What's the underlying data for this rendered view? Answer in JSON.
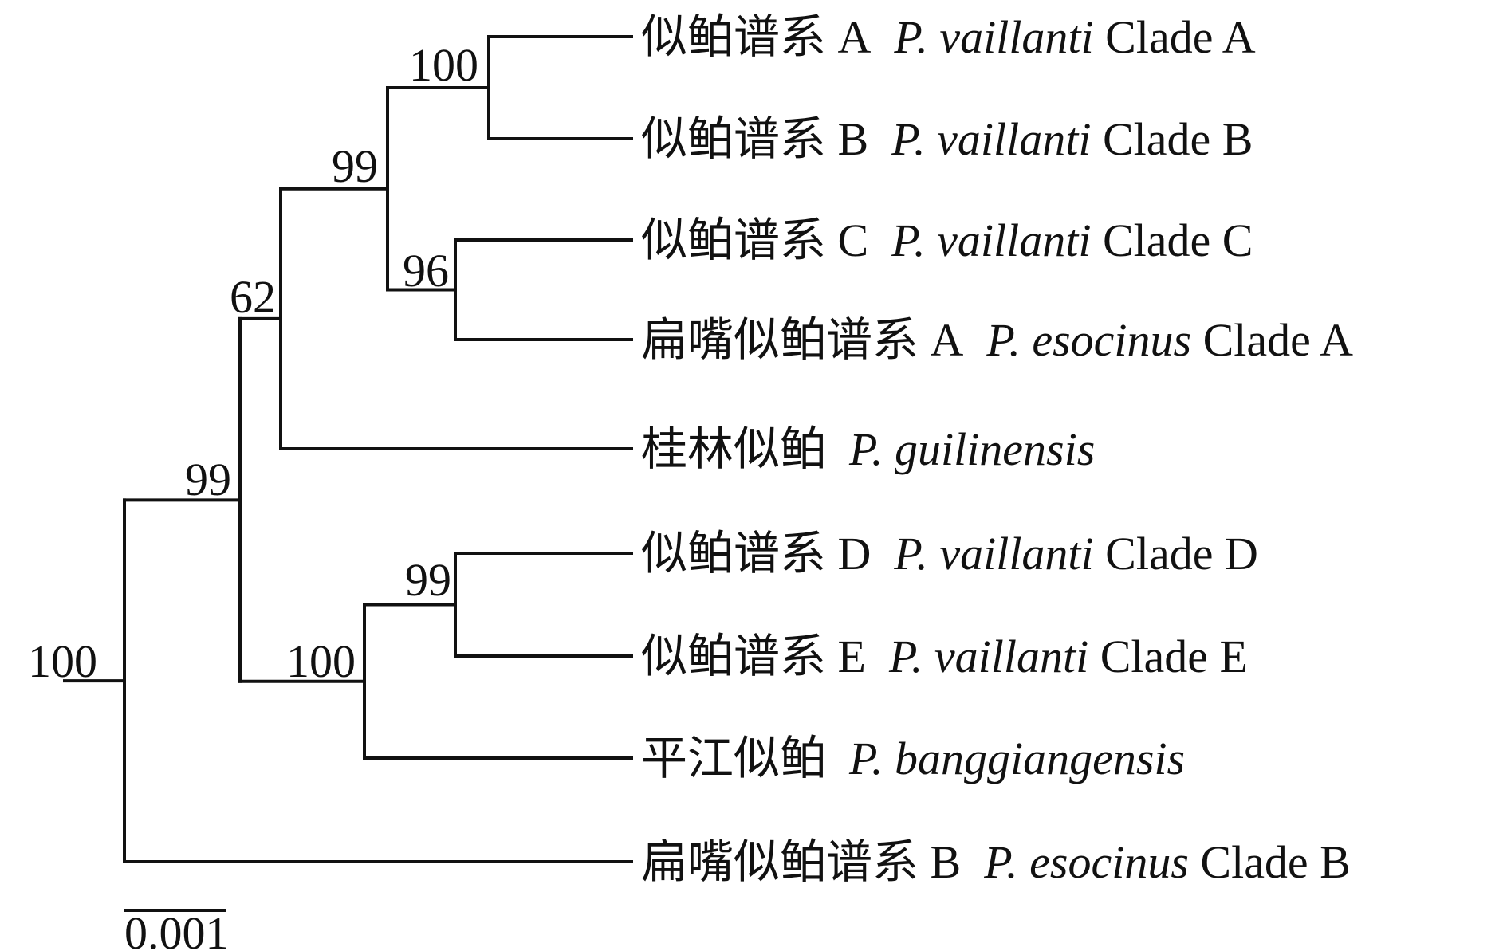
{
  "figure": {
    "type": "phylogenetic-tree",
    "scale_bar": {
      "value": 0.001,
      "label": "0.001"
    },
    "leaves": [
      {
        "id": "vA",
        "zh": "似鲌谱系 A",
        "genus": "P.",
        "species": "vaillanti",
        "clade": "Clade A"
      },
      {
        "id": "vB",
        "zh": "似鲌谱系 B",
        "genus": "P.",
        "species": "vaillanti",
        "clade": "Clade B"
      },
      {
        "id": "vC",
        "zh": "似鲌谱系 C",
        "genus": "P.",
        "species": "vaillanti",
        "clade": "Clade C"
      },
      {
        "id": "eA",
        "zh": "扁嘴似鲌谱系 A",
        "genus": "P.",
        "species": "esocinus",
        "clade": "Clade A"
      },
      {
        "id": "gu",
        "zh": "桂林似鲌",
        "genus": "P.",
        "species": "guilinensis",
        "clade": ""
      },
      {
        "id": "vD",
        "zh": "似鲌谱系 D",
        "genus": "P.",
        "species": "vaillanti",
        "clade": "Clade D"
      },
      {
        "id": "vE",
        "zh": "似鲌谱系 E",
        "genus": "P.",
        "species": "vaillanti",
        "clade": "Clade E"
      },
      {
        "id": "ba",
        "zh": "平江似鲌",
        "genus": "P.",
        "species": "banggiangensis",
        "clade": ""
      },
      {
        "id": "eB",
        "zh": "扁嘴似鲌谱系 B",
        "genus": "P.",
        "species": "esocinus",
        "clade": "Clade B"
      }
    ],
    "nodes": [
      {
        "id": "root",
        "support": "100",
        "children": [
          "n99a",
          "eB"
        ]
      },
      {
        "id": "n99a",
        "support": "99",
        "children": [
          "n62",
          "n100b"
        ]
      },
      {
        "id": "n62",
        "support": "62",
        "children": [
          "n99b",
          "gu"
        ]
      },
      {
        "id": "n99b",
        "support": "99",
        "children": [
          "n100a",
          "n96"
        ]
      },
      {
        "id": "n100a",
        "support": "100",
        "children": [
          "vA",
          "vB"
        ]
      },
      {
        "id": "n96",
        "support": "96",
        "children": [
          "vC",
          "eA"
        ]
      },
      {
        "id": "n100b",
        "support": "100",
        "children": [
          "n99c",
          "ba"
        ]
      },
      {
        "id": "n99c",
        "support": "99",
        "children": [
          "vD",
          "vE"
        ]
      }
    ]
  }
}
